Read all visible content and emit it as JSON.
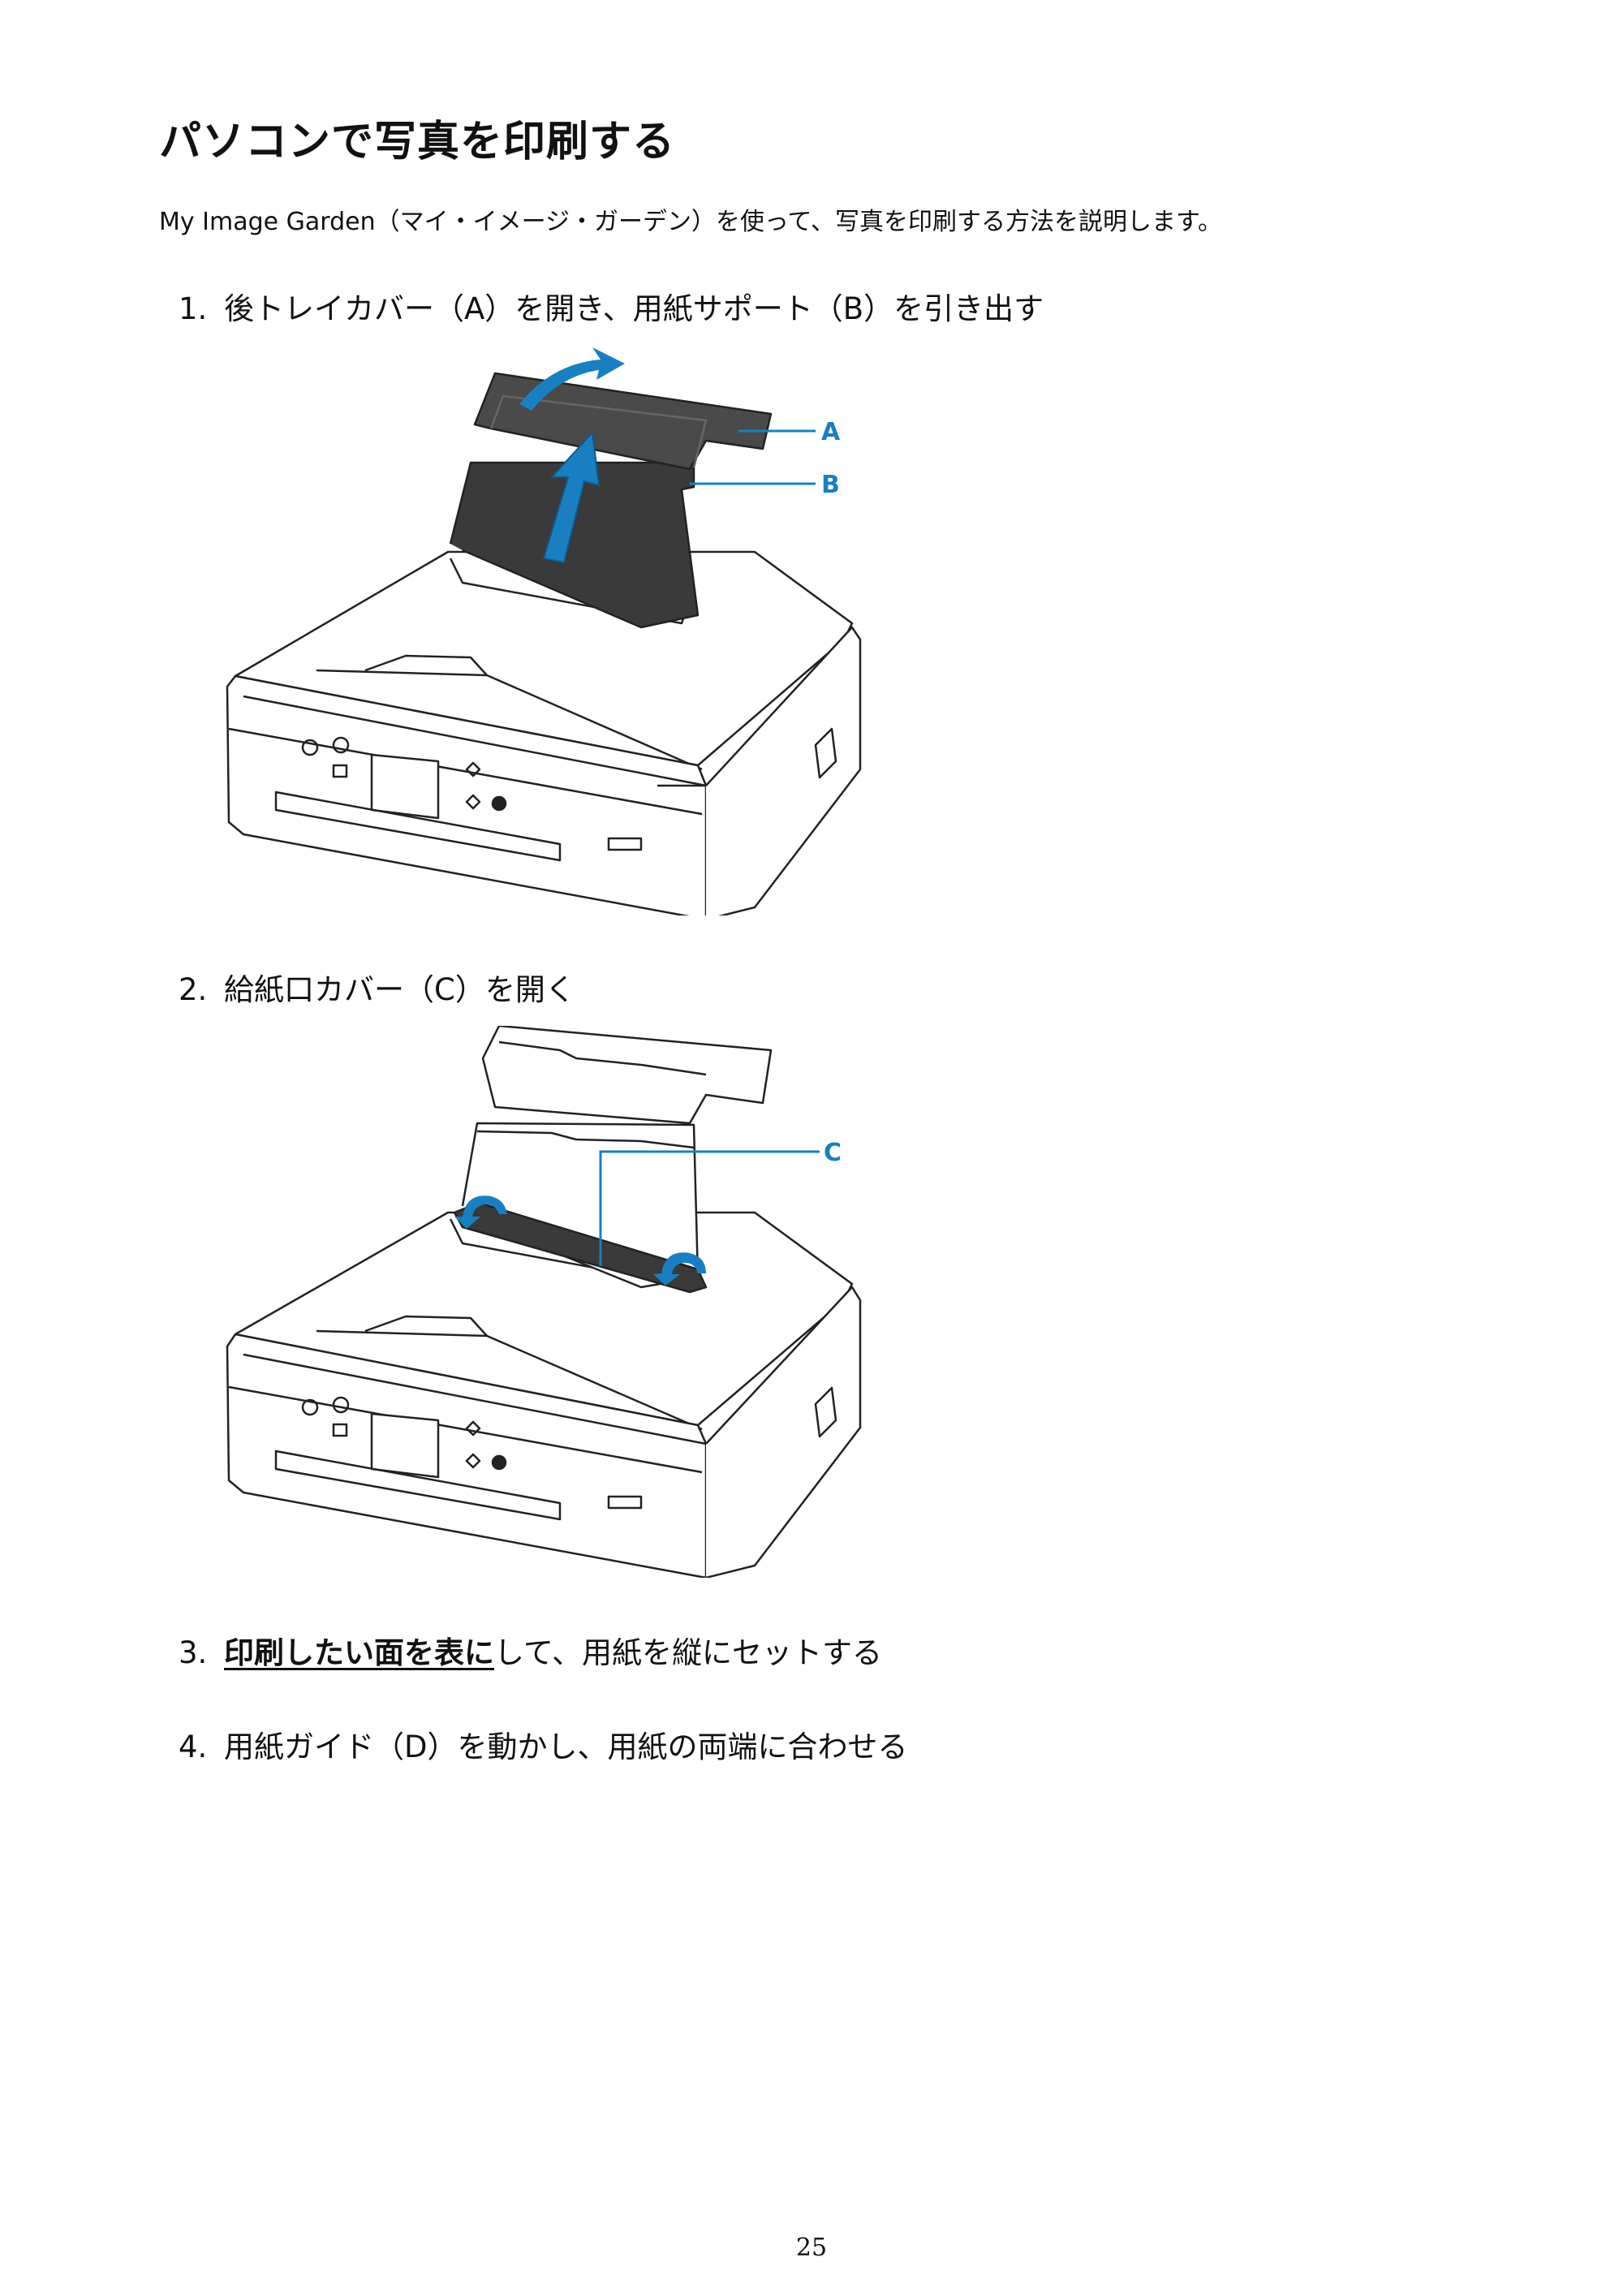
{
  "page": {
    "title": "パソコンで写真を印刷する",
    "intro": "My Image Garden（マイ・イメージ・ガーデン）を使って、写真を印刷する方法を説明します。",
    "page_number": "25"
  },
  "steps": [
    {
      "num": "1.",
      "text": "後トレイカバー（A）を開き、用紙サポート（B）を引き出す"
    },
    {
      "num": "2.",
      "text": "給紙口カバー（C）を開く"
    },
    {
      "num": "3.",
      "link": "印刷したい面を表に",
      "text": "して、用紙を縦にセットする"
    },
    {
      "num": "4.",
      "text": "用紙ガイド（D）を動かし、用紙の両端に合わせる"
    }
  ],
  "figures": {
    "fig1": {
      "label_a": "A",
      "label_b": "B"
    },
    "fig2": {
      "label_c": "C"
    }
  },
  "colors": {
    "callout": "#1a7fc0",
    "text": "#111111"
  }
}
